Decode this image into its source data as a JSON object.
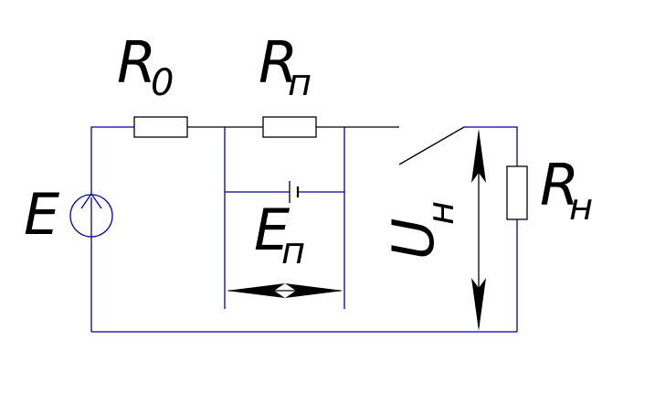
{
  "labels": {
    "source": "E",
    "r0": {
      "main": "R",
      "sub": "0"
    },
    "rp": {
      "main": "R",
      "sub": "п"
    },
    "ep": {
      "main": "E",
      "sub": "п"
    },
    "uh": {
      "main": "U",
      "sub": "н"
    },
    "rh": {
      "main": "R",
      "sub": "н"
    }
  },
  "colors": {
    "wire": "#0000a0",
    "component": "#000000",
    "background": "#ffffff"
  }
}
